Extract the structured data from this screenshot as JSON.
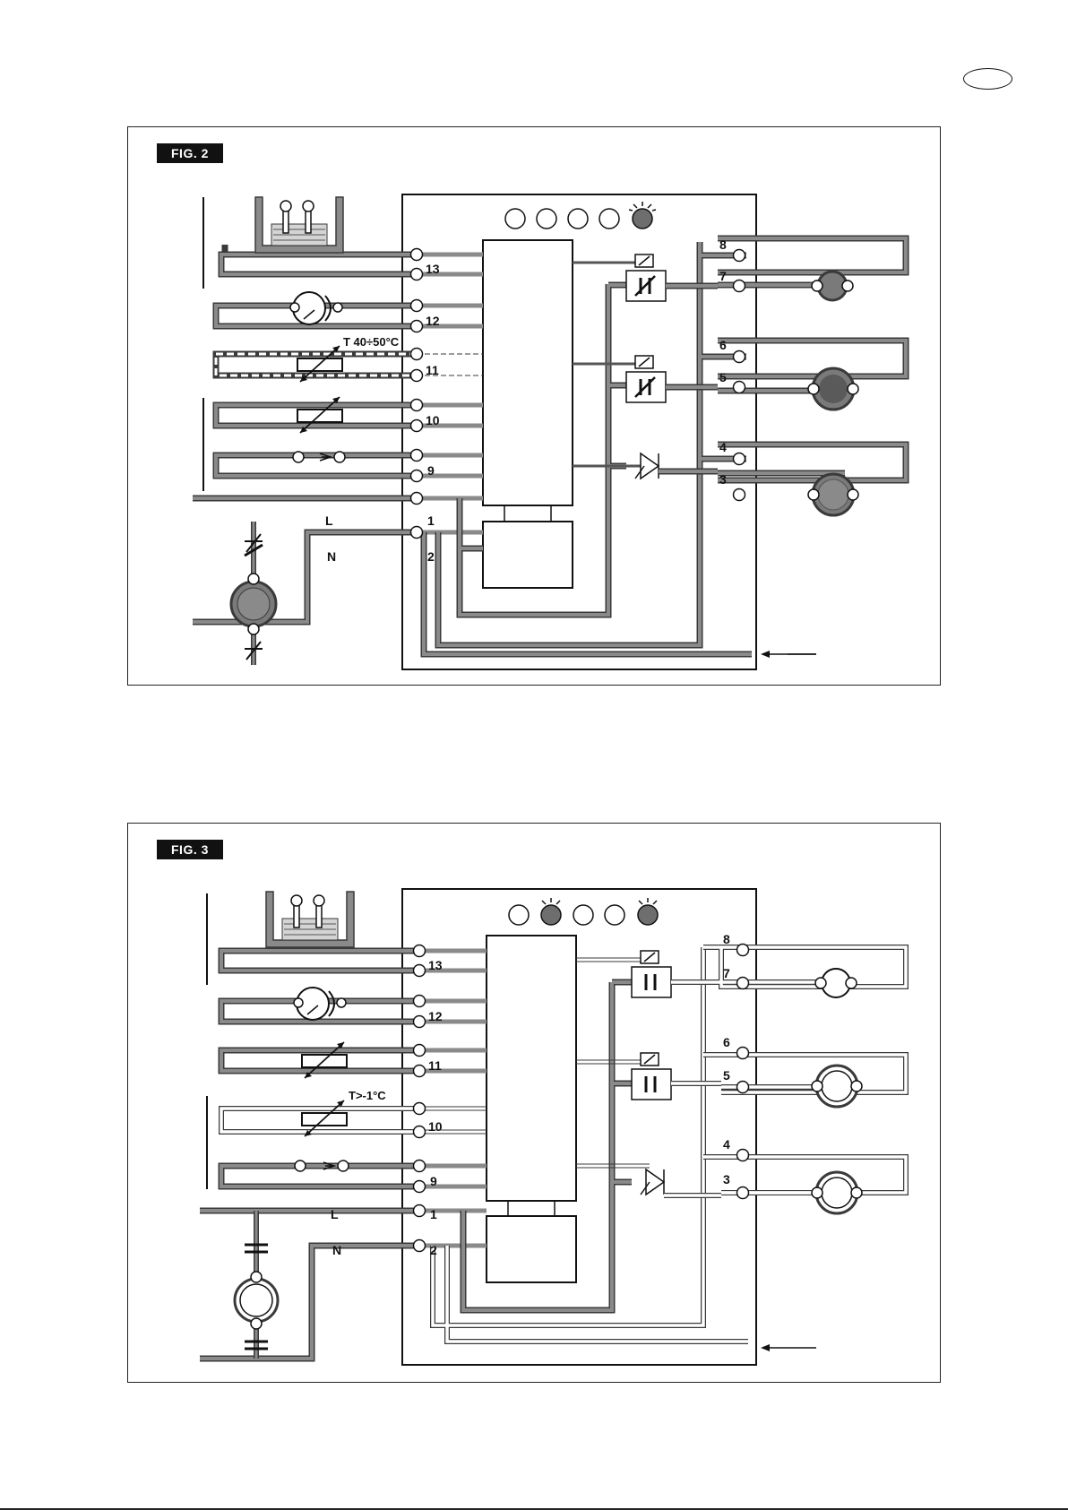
{
  "figures": [
    {
      "label": "FIG. 2",
      "terminals_left": [
        "13",
        "12",
        "11",
        "10",
        "9",
        "1",
        "2"
      ],
      "terminals_right": [
        "8",
        "7",
        "6",
        "5",
        "4",
        "3"
      ],
      "line_labels": {
        "L": "L",
        "N": "N"
      },
      "temperature_label": "T 40÷50°C",
      "lit_indicators": [
        5
      ]
    },
    {
      "label": "FIG. 3",
      "terminals_left": [
        "13",
        "12",
        "11",
        "10",
        "9",
        "1",
        "2"
      ],
      "terminals_right": [
        "8",
        "7",
        "6",
        "5",
        "4",
        "3"
      ],
      "line_labels": {
        "L": "L",
        "N": "N"
      },
      "temperature_label": "T>-1°C",
      "lit_indicators": [
        2,
        5
      ]
    }
  ],
  "colors": {
    "wire_active": "#8a8a8a",
    "wire_active_edge": "#3a3a3a",
    "wire_inactive": "#ffffff",
    "lamp_lit": "#6e6e6e",
    "motor_on": "#7a7a7a"
  }
}
